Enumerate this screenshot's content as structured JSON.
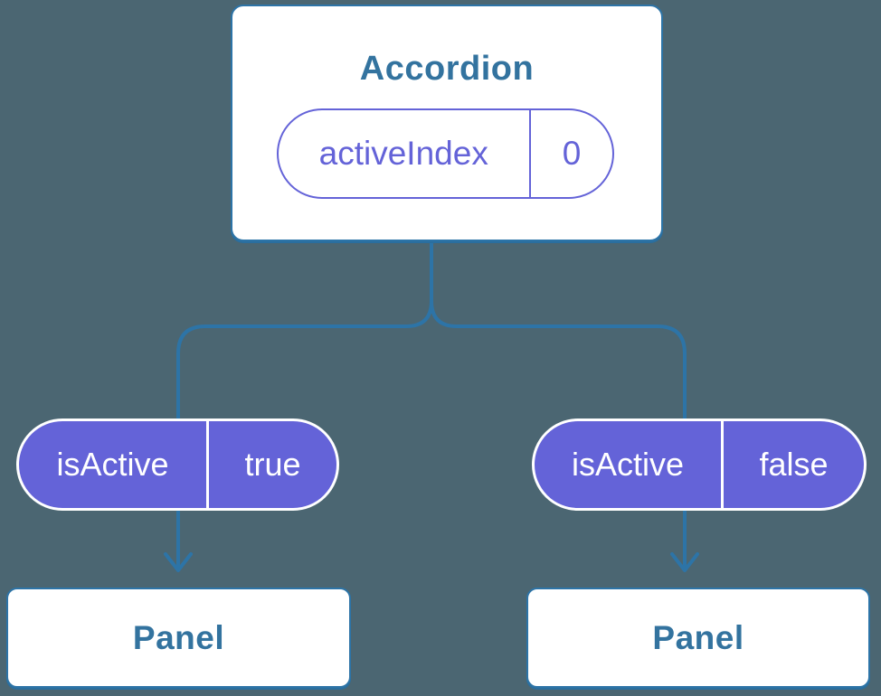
{
  "diagram": {
    "description": "React component tree showing state passed down as props",
    "colors": {
      "background": "#4B6672",
      "connector_blue": "#2D74A7",
      "heading_blue": "#33739F",
      "pill_purple": "#6463D8",
      "card_white": "#FFFFFF"
    },
    "accordion": {
      "title": "Accordion",
      "state_pill": {
        "name": "activeIndex",
        "value": "0"
      }
    },
    "children": [
      {
        "prop_pill": {
          "name": "isActive",
          "value": "true"
        },
        "panel_label": "Panel"
      },
      {
        "prop_pill": {
          "name": "isActive",
          "value": "false"
        },
        "panel_label": "Panel"
      }
    ]
  }
}
